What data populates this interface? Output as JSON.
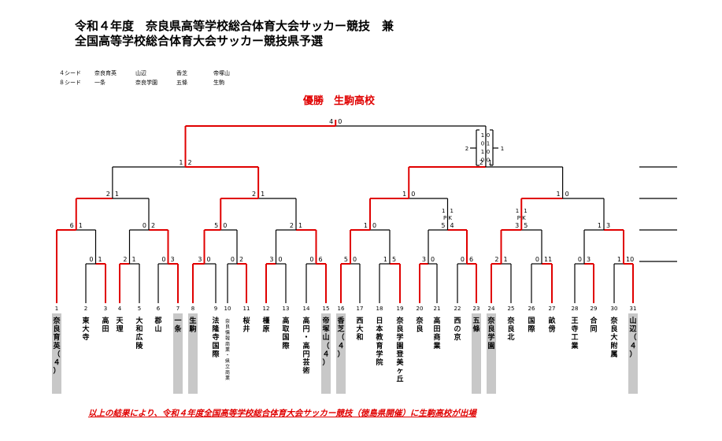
{
  "header": {
    "title_line1": "令和４年度　奈良県高等学校総合体育大会サッカー競技　兼",
    "title_line2": "全国高等学校総合体育大会サッカー競技県予選"
  },
  "seeds": {
    "row4_label": "４シード",
    "row4": [
      "奈良育英",
      "山辺",
      "香芝",
      "帝塚山"
    ],
    "row8_label": "８シード",
    "row8": [
      "一条",
      "奈良学園",
      "五條",
      "生駒"
    ]
  },
  "winner_text": "優勝　生駒高校",
  "footer_text": "以上の結果により、令和４年度全国高等学校総合体育大会サッカー競技（徳島県開催）に生駒高校が出場",
  "colors": {
    "win_line": "#e00000",
    "lose_line": "#000000",
    "seed_box": "#c8c8c8"
  },
  "teams": [
    {
      "num": "1",
      "name": "奈良育英（４）",
      "seed": true
    },
    {
      "num": "2",
      "name": "東大寺",
      "seed": false
    },
    {
      "num": "3",
      "name": "高田",
      "seed": false
    },
    {
      "num": "4",
      "name": "天理",
      "seed": false
    },
    {
      "num": "5",
      "name": "大和広陵",
      "seed": false
    },
    {
      "num": "6",
      "name": "郡山",
      "seed": false
    },
    {
      "num": "7",
      "name": "一条",
      "seed": true
    },
    {
      "num": "8",
      "name": "生駒",
      "seed": true
    },
    {
      "num": "9",
      "name": "法隆寺国際",
      "seed": false
    },
    {
      "num": "10",
      "name": "奈良情報商業・県立商業",
      "seed": false
    },
    {
      "num": "11",
      "name": "桜井",
      "seed": false
    },
    {
      "num": "12",
      "name": "橿原",
      "seed": false
    },
    {
      "num": "13",
      "name": "高取国際",
      "seed": false
    },
    {
      "num": "14",
      "name": "高円・高円芸術",
      "seed": false
    },
    {
      "num": "15",
      "name": "帝塚山（４）",
      "seed": true
    },
    {
      "num": "16",
      "name": "香芝（４）",
      "seed": true
    },
    {
      "num": "17",
      "name": "西大和",
      "seed": false
    },
    {
      "num": "18",
      "name": "日本教育学院",
      "seed": false
    },
    {
      "num": "19",
      "name": "奈良学園登美ヶ丘",
      "seed": false
    },
    {
      "num": "20",
      "name": "奈良",
      "seed": false
    },
    {
      "num": "21",
      "name": "高田商業",
      "seed": false
    },
    {
      "num": "22",
      "name": "西の京",
      "seed": false
    },
    {
      "num": "23",
      "name": "五條",
      "seed": true
    },
    {
      "num": "24",
      "name": "奈良学園",
      "seed": true
    },
    {
      "num": "25",
      "name": "奈良北",
      "seed": false
    },
    {
      "num": "26",
      "name": "国際",
      "seed": false
    },
    {
      "num": "27",
      "name": "畝傍",
      "seed": false
    },
    {
      "num": "28",
      "name": "王寺工業",
      "seed": false
    },
    {
      "num": "29",
      "name": "合同",
      "seed": false
    },
    {
      "num": "30",
      "name": "奈良大附属",
      "seed": false
    },
    {
      "num": "31",
      "name": "山辺（４）",
      "seed": true
    }
  ],
  "scores": {
    "r1": [
      {
        "l": "0",
        "r": "1"
      },
      {
        "l": "2",
        "r": "1"
      },
      {
        "l": "0",
        "r": "3"
      },
      {
        "l": "3",
        "r": "0"
      },
      {
        "l": "0",
        "r": "2"
      },
      {
        "l": "3",
        "r": "0"
      },
      {
        "l": "0",
        "r": "6"
      },
      {
        "l": "5",
        "r": "0"
      },
      {
        "l": "1",
        "r": "5"
      },
      {
        "l": "3",
        "r": "0"
      },
      {
        "l": "0",
        "r": "6"
      },
      {
        "l": "2",
        "r": "1"
      },
      {
        "l": "0",
        "r": "11"
      },
      {
        "l": "0",
        "r": "3"
      },
      {
        "l": "1",
        "r": "10"
      }
    ],
    "r2": [
      {
        "l": "6",
        "r": "1"
      },
      {
        "l": "0",
        "r": "2"
      },
      {
        "l": "5",
        "r": "0"
      },
      {
        "l": "2",
        "r": "1"
      },
      {
        "l": "1",
        "r": "0"
      },
      {
        "l": "5",
        "r": "4"
      },
      {
        "l": "3",
        "r": "5"
      },
      {
        "l": "1",
        "r": "3"
      }
    ],
    "r2_pk": [
      {
        "l": "1",
        "r": "1",
        "label": "P K"
      },
      {
        "l": "1",
        "r": "1",
        "label": "P K"
      }
    ],
    "r3": [
      {
        "l": "2",
        "r": "1"
      },
      {
        "l": "2",
        "r": "1"
      },
      {
        "l": "1",
        "r": "0"
      },
      {
        "l": "1",
        "r": "0"
      }
    ],
    "sf": [
      {
        "l": "1",
        "r": "2"
      },
      {
        "l": "2",
        "r": "1"
      }
    ],
    "final": {
      "l": "4",
      "r": "0"
    },
    "sf2_detail": {
      "left_total": "2",
      "right_total": "1",
      "periods": [
        {
          "l": "1",
          "r": "0"
        },
        {
          "l": "0",
          "r": "1"
        },
        {
          "l": "1",
          "r": "0"
        },
        {
          "l": "0",
          "r": "0"
        }
      ]
    }
  }
}
